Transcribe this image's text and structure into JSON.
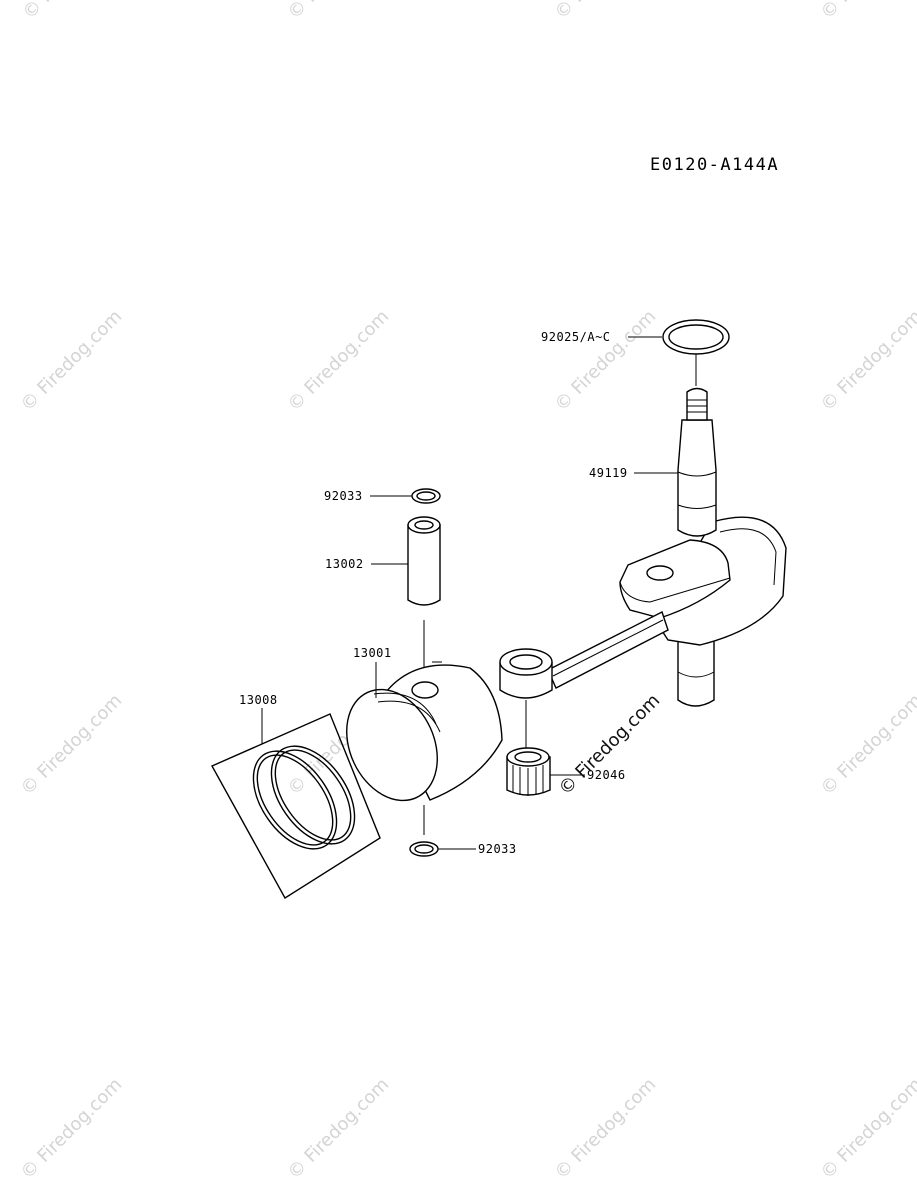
{
  "diagram_code": "E0120-A144A",
  "watermark_text": "© Firedog.com",
  "parts": [
    {
      "id": "part-92025",
      "label": "92025/A~C"
    },
    {
      "id": "part-49119",
      "label": "49119"
    },
    {
      "id": "part-92033-top",
      "label": "92033"
    },
    {
      "id": "part-13002",
      "label": "13002"
    },
    {
      "id": "part-13001",
      "label": "13001"
    },
    {
      "id": "part-13008",
      "label": "13008"
    },
    {
      "id": "part-92046",
      "label": "92046"
    },
    {
      "id": "part-92033-bottom",
      "label": "92033"
    }
  ]
}
